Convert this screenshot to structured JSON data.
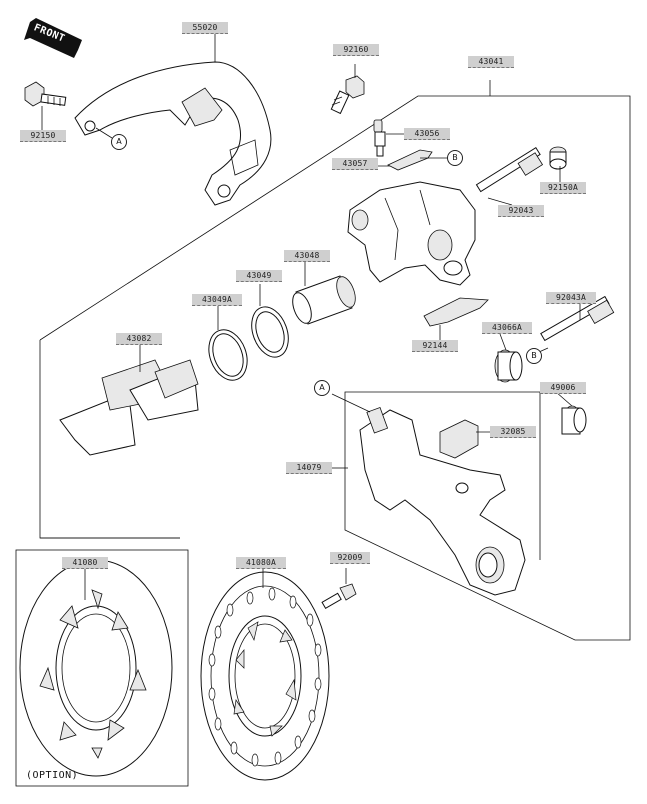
{
  "front_indicator": "FRONT",
  "option_label": "(OPTION)",
  "parts": [
    {
      "id": "55020"
    },
    {
      "id": "92150"
    },
    {
      "id": "92160"
    },
    {
      "id": "43041"
    },
    {
      "id": "43056"
    },
    {
      "id": "43057"
    },
    {
      "id": "92043"
    },
    {
      "id": "92150A"
    },
    {
      "id": "43048"
    },
    {
      "id": "43049"
    },
    {
      "id": "43049A"
    },
    {
      "id": "43082"
    },
    {
      "id": "92144"
    },
    {
      "id": "92043A"
    },
    {
      "id": "43066A"
    },
    {
      "id": "49006"
    },
    {
      "id": "32085"
    },
    {
      "id": "14079"
    },
    {
      "id": "41080"
    },
    {
      "id": "41080A"
    },
    {
      "id": "92009"
    }
  ],
  "references": [
    {
      "letter": "A"
    },
    {
      "letter": "B"
    },
    {
      "letter": "B"
    },
    {
      "letter": "A"
    }
  ]
}
